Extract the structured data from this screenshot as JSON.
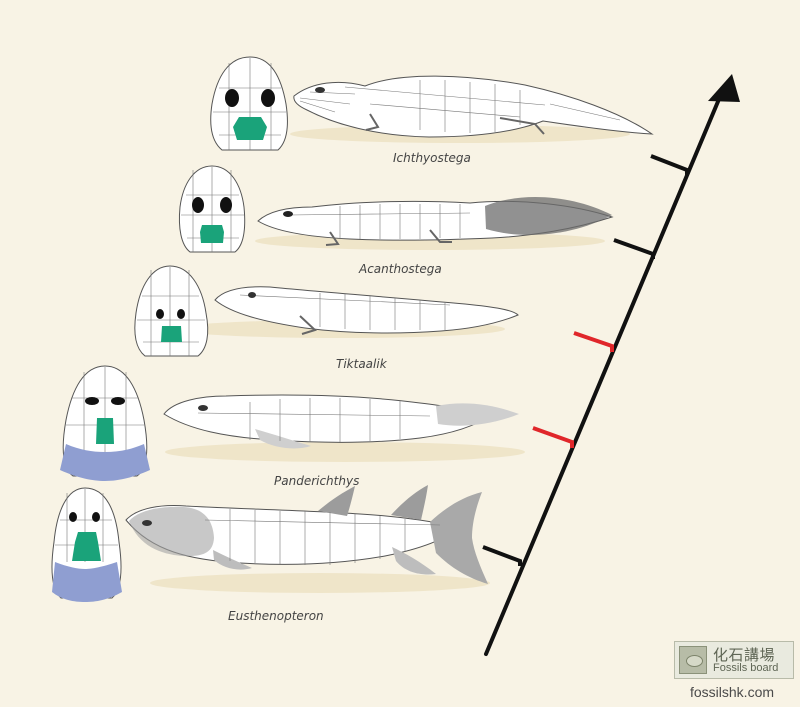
{
  "taxa": [
    {
      "id": "ichthyostega",
      "name": "Ichthyostega",
      "branch_color": "#111111"
    },
    {
      "id": "acanthostega",
      "name": "Acanthostega",
      "branch_color": "#111111"
    },
    {
      "id": "tiktaalik",
      "name": "Tiktaalik",
      "branch_color": "#e0262a"
    },
    {
      "id": "panderichthys",
      "name": "Panderichthys",
      "branch_color": "#e0262a"
    },
    {
      "id": "eusthenopteron",
      "name": "Eusthenopteron",
      "branch_color": "#111111"
    }
  ],
  "colors": {
    "background": "#f8f3e5",
    "main_axis": "#111111",
    "highlight_branch": "#e0262a",
    "skull_green": "#1aa37a",
    "skull_blue": "#8f9ed1",
    "fish_gray": "#cfcfcf"
  },
  "watermark": {
    "chinese": "化石講場",
    "english": "Fossils board",
    "url": "fossilshk.com"
  }
}
